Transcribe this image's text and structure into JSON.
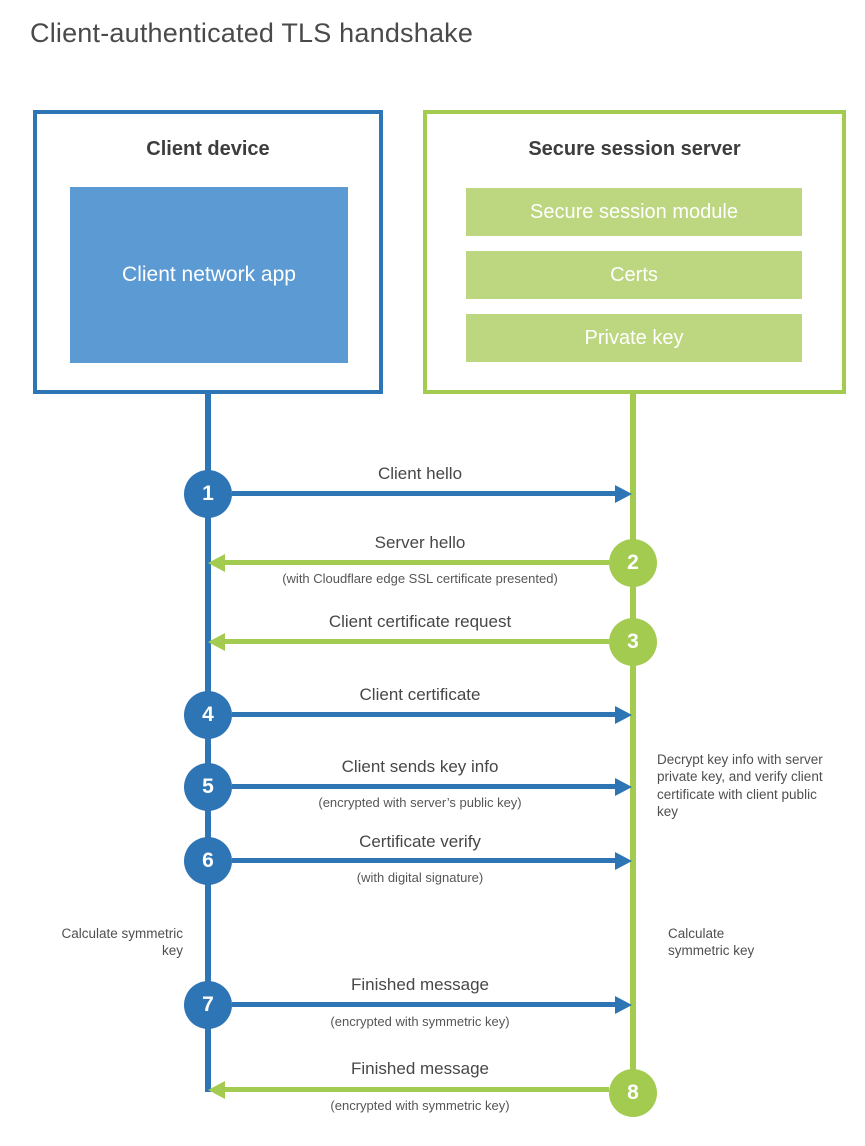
{
  "title": "Client-authenticated TLS handshake",
  "client_box": {
    "title": "Client device",
    "app_label": "Client network app"
  },
  "server_box": {
    "title": "Secure session server",
    "modules": [
      "Secure session module",
      "Certs",
      "Private key"
    ]
  },
  "messages": [
    {
      "num": "1",
      "label": "Client hello",
      "direction": "right"
    },
    {
      "num": "2",
      "label": "Server hello",
      "sublabel": "(with Cloudflare edge SSL certificate presented)",
      "direction": "left"
    },
    {
      "num": "3",
      "label": "Client certificate request",
      "direction": "left"
    },
    {
      "num": "4",
      "label": "Client certificate",
      "direction": "right"
    },
    {
      "num": "5",
      "label": "Client sends key info",
      "sublabel": "(encrypted with server’s public key)",
      "direction": "right"
    },
    {
      "num": "6",
      "label": "Certificate verify",
      "sublabel": "(with digital signature)",
      "direction": "right"
    },
    {
      "num": "7",
      "label": "Finished message",
      "sublabel": "(encrypted with symmetric key)",
      "direction": "right"
    },
    {
      "num": "8",
      "label": "Finished message",
      "sublabel": "(encrypted with symmetric key)",
      "direction": "left"
    }
  ],
  "notes": {
    "decrypt": "Decrypt key info with server private key, and verify client certificate with client public key",
    "calc_left": "Calculate symmetric key",
    "calc_right": "Calculate symmetric key"
  },
  "colors": {
    "blue": "#2e75b5",
    "blue_fill": "#5b9ad3",
    "green": "#a2cb50",
    "green_fill": "#bcd780",
    "text_dark": "#3d3d3d",
    "text_note": "#4f4f4f"
  }
}
